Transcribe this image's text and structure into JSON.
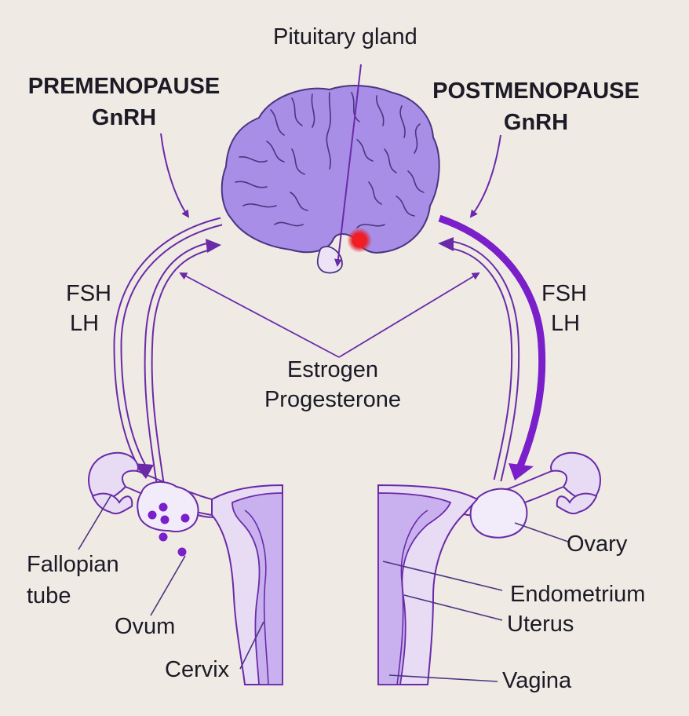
{
  "labels": {
    "pituitary": "Pituitary gland",
    "pre_line1": "PREMENOPAUSE",
    "pre_line2": "GnRH",
    "post_line1": "POSTMENOPAUSE",
    "post_line2": "GnRH",
    "fsh_left": "FSH",
    "lh_left": "LH",
    "fsh_right": "FSH",
    "lh_right": "LH",
    "estrogen": "Estrogen",
    "progesterone": "Progesterone",
    "fallopian_line1": "Fallopian",
    "fallopian_line2": "tube",
    "ovum": "Ovum",
    "cervix": "Cervix",
    "ovary": "Ovary",
    "endometrium": "Endometrium",
    "uterus": "Uterus",
    "vagina": "Vagina"
  },
  "colors": {
    "background": "#efebe4",
    "brain_fill": "#a98ee8",
    "tissue_fill": "#e8dcf5",
    "uterus_wall": "#c9b1ef",
    "accent_purple": "#7a1fc9",
    "line_purple": "#6a2aa8",
    "lesion_red": "#e8202c"
  }
}
